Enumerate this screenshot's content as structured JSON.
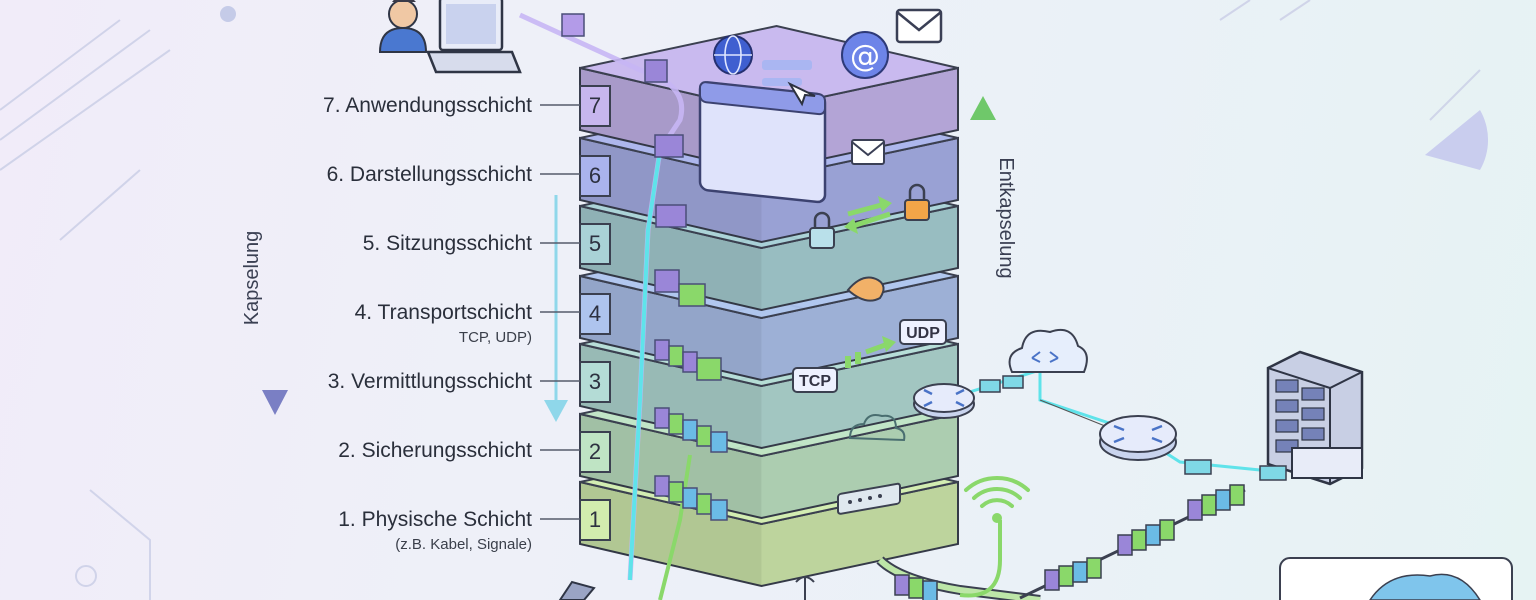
{
  "layers": [
    {
      "number": "7",
      "label": "7. Anwendungsschicht",
      "sublabel": ""
    },
    {
      "number": "6",
      "label": "6. Darstellungsschicht",
      "sublabel": ""
    },
    {
      "number": "5",
      "label": "5. Sitzungsschicht",
      "sublabel": ""
    },
    {
      "number": "4",
      "label": "4. Transportschicht",
      "sublabel": "TCP, UDP)"
    },
    {
      "number": "3",
      "label": "3. Vermittlungsschicht",
      "sublabel": ""
    },
    {
      "number": "2",
      "label": "2. Sicherungsschicht",
      "sublabel": ""
    },
    {
      "number": "1",
      "label": "1. Physische Schicht",
      "sublabel": "(z.B. Kabel, Signale)"
    }
  ],
  "arrows": {
    "encapsulation": "Kapselung",
    "decapsulation": "Entkapselung"
  },
  "tags": {
    "tcp": "TCP",
    "udp": "UDP"
  },
  "colors": {
    "layer7": "#c7b6ee",
    "layer6": "#aab3ec",
    "layer5": "#a9d2d6",
    "layer4": "#aec4ee",
    "layer3": "#b4dcd6",
    "layer2": "#bfe4c4",
    "layer1": "#d2ecae",
    "data_line": "#5fe3ea",
    "accent_green": "#8ad86a"
  },
  "icons": [
    "user-icon",
    "laptop-icon",
    "browser-window-icon",
    "globe-icon",
    "email-icon",
    "at-sign-icon",
    "lock-icon",
    "swap-arrows-icon",
    "handshake-icon",
    "router-icon",
    "cloud-icon",
    "network-switch-icon",
    "server-rack-icon",
    "wifi-icon",
    "antenna-icon",
    "ethernet-plug-icon",
    "monitor-icon"
  ]
}
